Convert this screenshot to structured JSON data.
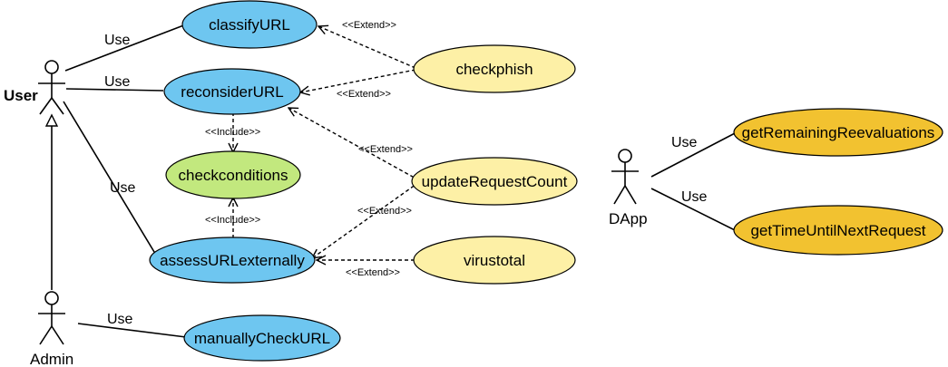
{
  "colors": {
    "blue": "#6ec6f0",
    "yellow": "#fdf0a6",
    "green": "#c2e87e",
    "gold": "#f2c230",
    "actor_head_blue": "#6ec6f0",
    "actor_head_gold": "#f2c230"
  },
  "actors": {
    "user": "User",
    "admin": "Admin",
    "dapp": "DApp"
  },
  "use_cases": {
    "classify_url": "classifyURL",
    "reconsider_url": "reconsiderURL",
    "checkconditions": "checkconditions",
    "assess_url_externally": "assessURLexternally",
    "manually_check_url": "manuallyCheckURL",
    "checkphish": "checkphish",
    "update_request_count": "updateRequestCount",
    "virustotal": "virustotal",
    "get_remaining_reevaluations": "getRemainingReevaluations",
    "get_time_until_next_request": "getTimeUntilNextRequest"
  },
  "edge_labels": {
    "use": "Use",
    "extend": "<<Extend>>",
    "include": "<<Include>>"
  }
}
